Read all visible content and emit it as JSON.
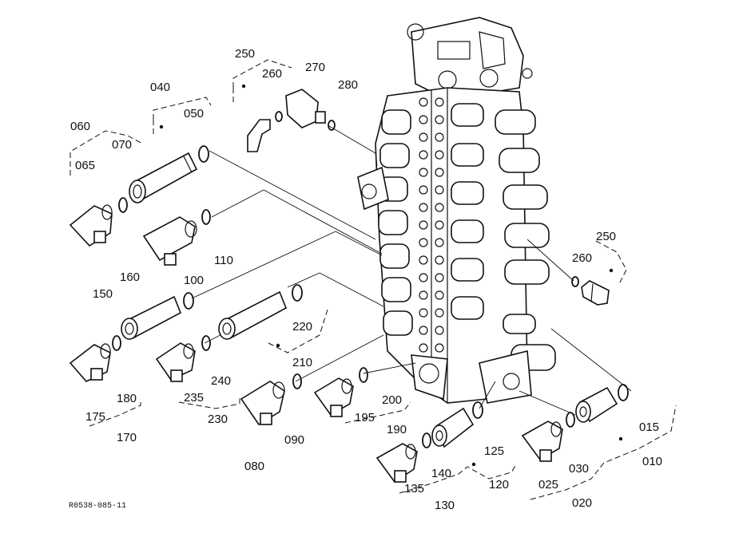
{
  "drawing_code": "R0538-085-11",
  "labels": {
    "p250a": "250",
    "p260a": "260",
    "p270": "270",
    "p280": "280",
    "p040": "040",
    "p050": "050",
    "p060": "060",
    "p070": "070",
    "p065": "065",
    "p110": "110",
    "p100": "100",
    "p160": "160",
    "p150": "150",
    "p220": "220",
    "p210": "210",
    "p240": "240",
    "p235": "235",
    "p230": "230",
    "p180": "180",
    "p175": "175",
    "p170": "170",
    "p200": "200",
    "p195": "195",
    "p190": "190",
    "p090": "090",
    "p080": "080",
    "p125": "125",
    "p120": "120",
    "p140": "140",
    "p135": "135",
    "p130": "130",
    "p250b": "250",
    "p260b": "260",
    "p015": "015",
    "p010": "010",
    "p030": "030",
    "p025": "025",
    "p020": "020"
  }
}
